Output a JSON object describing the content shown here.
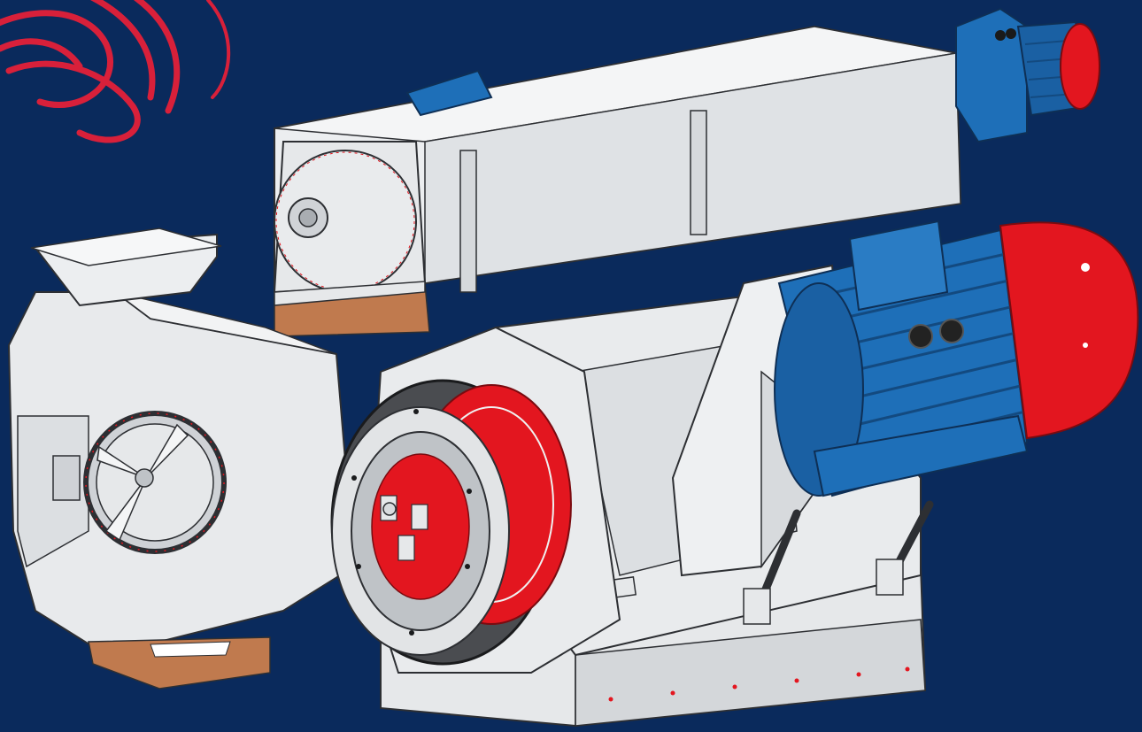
{
  "image": {
    "subject": "pellet-mill-cad-render",
    "background_color": "#0a2a5c"
  },
  "colors": {
    "metal": "#e6e8ea",
    "metal_shadow": "#b9bdc2",
    "outline": "#2d2f33",
    "motor_blue": "#1e6fb8",
    "motor_blue_dark": "#134a80",
    "accent_red": "#e3161f",
    "die_dark": "#4a4c50",
    "copper": "#c07a4e",
    "logo_red": "#d8203a"
  },
  "components": {
    "logo": "swirl-logo",
    "hopper": "feed-hopper",
    "conditioner": "conditioner-barrel",
    "feeder_motor": "feeder-gear-motor",
    "main_motor": "main-electric-motor",
    "die_housing": "ring-die-housing",
    "cutter_housing": "octagonal-cutter-housing",
    "gas_struts": "door-gas-springs"
  }
}
